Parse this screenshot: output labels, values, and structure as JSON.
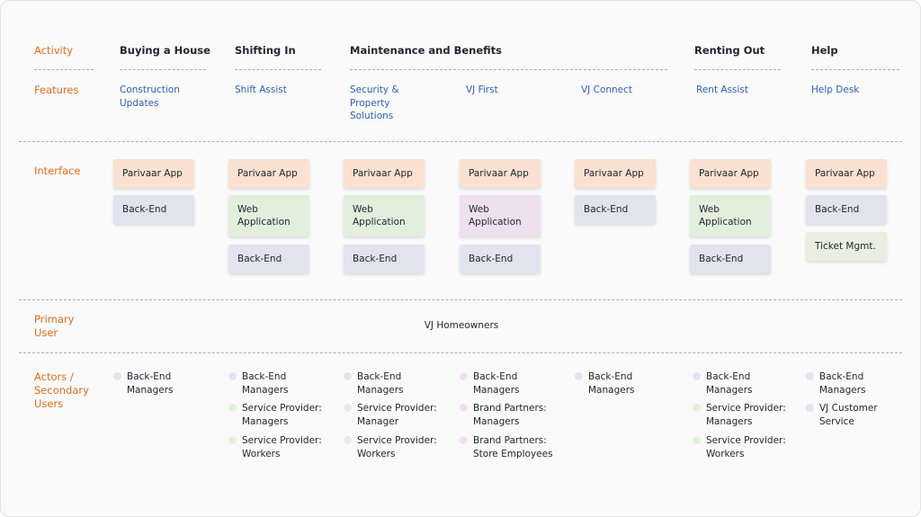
{
  "row_labels": {
    "activity": "Activity",
    "features": "Features",
    "interface": "Interface",
    "primary_user_line1": "Primary",
    "primary_user_line2": "User",
    "actors_line1": "Actors /",
    "actors_line2": "Secondary",
    "actors_line3": "Users"
  },
  "activities": [
    "Buying a House",
    "Shifting In",
    "Maintenance and Benefits",
    "Renting Out",
    "Help"
  ],
  "features": {
    "construction_1": "Construction",
    "construction_2": "Updates",
    "shift_assist": "Shift Assist",
    "security_1": "Security &",
    "security_2": "Property",
    "security_3": "Solutions",
    "vj_first": "VJ First",
    "vj_connect": "VJ Connect",
    "rent_assist": "Rent Assist",
    "help_desk": "Help Desk"
  },
  "interface": {
    "parivaar_app": "Parivaar App",
    "back_end": "Back-End",
    "web_1": "Web",
    "web_2": "Application",
    "ticket": "Ticket Mgmt."
  },
  "primary_user": "VJ Homeowners",
  "actors": {
    "backend_1": "Back-End",
    "backend_2": "Managers",
    "sp_1": "Service Provider:",
    "sp_managers": "Managers",
    "sp_manager": "Manager",
    "sp_workers": "Workers",
    "bp_1": "Brand Partners:",
    "bp_managers": "Managers",
    "bp_store": "Store Employees",
    "vjcs_1": "VJ Customer",
    "vjcs_2": "Service"
  },
  "colors": {
    "label_orange": "#e46c1d",
    "feature_blue": "#2f5fb3",
    "card_orange": "#fbe1d1",
    "card_blue": "#e1e4ef",
    "card_green": "#e3efdd",
    "card_purple": "#eee0ee",
    "card_olive": "#eaeee0",
    "dash": "#a6acd6"
  }
}
